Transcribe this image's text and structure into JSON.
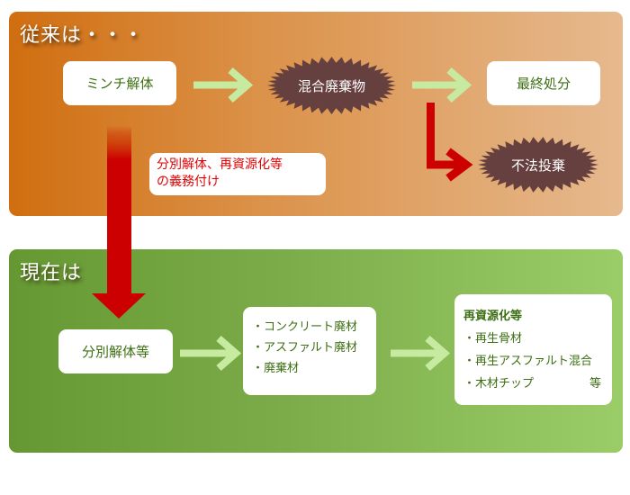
{
  "colors": {
    "before_panel_start": "#d06e10",
    "before_panel_end": "#e6b98e",
    "now_panel_start": "#659832",
    "now_panel_end": "#9acd67",
    "box_text": "#3c6e12",
    "burst_fill": "#663f3f",
    "green_arrow": "#c6eba0",
    "red_arrow": "#cc0000",
    "callout_text": "#e00000"
  },
  "before": {
    "title": "従来は・・・",
    "start_box": "ミンチ解体",
    "mixed_waste": "混合廃棄物",
    "final_disposal": "最終処分",
    "illegal_dumping": "不法投棄"
  },
  "callout": {
    "line1": "分別解体、再資源化等",
    "line2": "の義務付け"
  },
  "now": {
    "title": "現在は",
    "start_box": "分別解体等",
    "waste_materials": {
      "items": [
        "・コンクリート廃材",
        "・アスファルト廃材",
        "・廃棄材"
      ]
    },
    "recycling": {
      "heading": "再資源化等",
      "items": [
        "・再生骨材",
        "・再生アスファルト混合",
        "・木材チップ"
      ],
      "suffix": "等"
    }
  }
}
